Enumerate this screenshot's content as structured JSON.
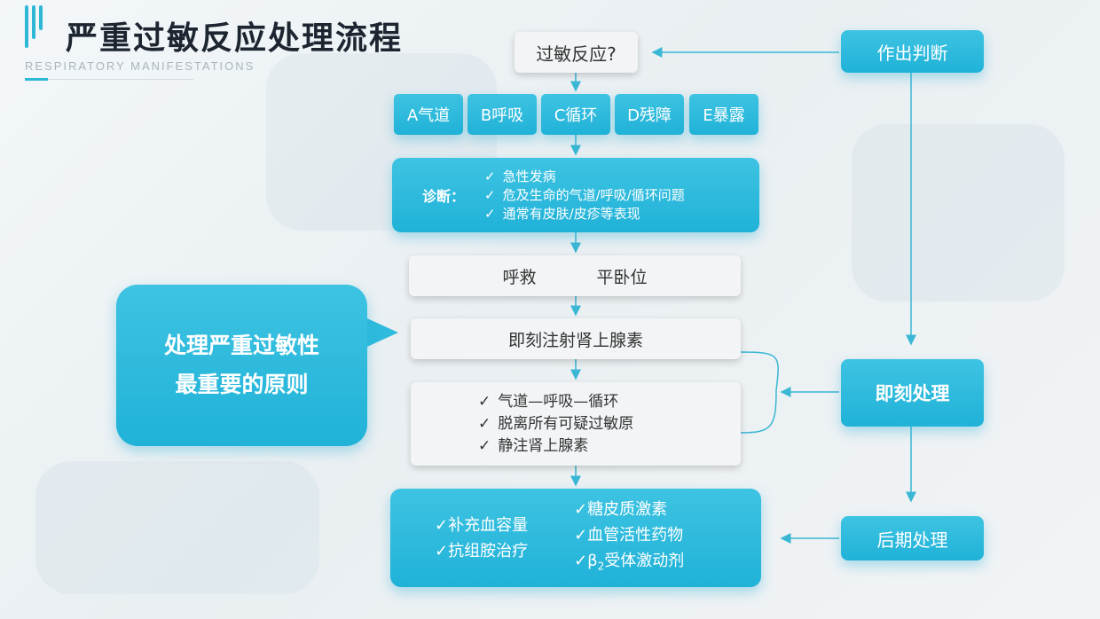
{
  "title": "严重过敏反应处理流程",
  "subtitle": "RESPIRATORY MANIFESTATIONS",
  "question": "过敏反应?",
  "abcde": [
    "A气道",
    "B呼吸",
    "C循环",
    "D残障",
    "E暴露"
  ],
  "diagnosis": {
    "label": "诊断：",
    "items": [
      "急性发病",
      "危及生命的气道/呼吸/循环问题",
      "通常有皮肤/皮疹等表现"
    ]
  },
  "rescue": [
    "呼救",
    "平卧位"
  ],
  "epinephrine": "即刻注射肾上腺素",
  "care_items": [
    "气道—呼吸—循环",
    "脱离所有可疑过敏原",
    "静注肾上腺素"
  ],
  "final": {
    "col1": [
      "✓补充血容量",
      "✓抗组胺治疗"
    ],
    "col2": [
      "✓糖皮质激素",
      "✓血管活性药物"
    ],
    "beta_prefix": "✓β",
    "beta_sub": "2",
    "beta_suffix": "受体激动剂"
  },
  "bubble_lines": [
    "处理严重过敏性",
    "最重要的原则"
  ],
  "side": {
    "judge": "作出判断",
    "immediate": "即刻处理",
    "later": "后期处理"
  },
  "colors": {
    "accent": "#2fb8d6",
    "arrow": "#3ab7d4"
  }
}
